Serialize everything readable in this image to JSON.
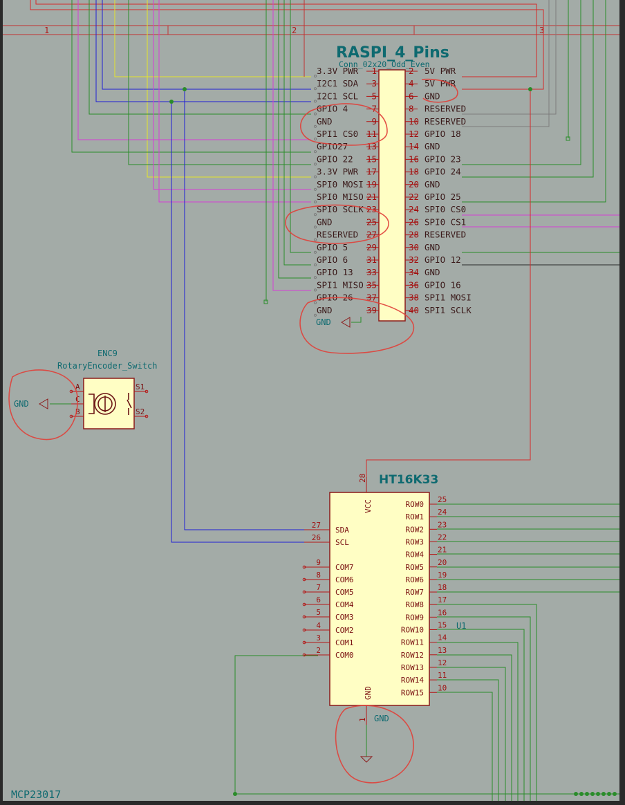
{
  "title_block": {
    "zone_labels": [
      "1",
      "2",
      "3"
    ],
    "sheet_name": "MCP23017"
  },
  "colors": {
    "background": "#a3aba7",
    "wire_green": "#2a8c2a",
    "wire_blue": "#1f1fd6",
    "wire_magenta": "#d63fd6",
    "wire_yellow": "#e6e62a",
    "wire_red": "#d42a2a",
    "wire_gray": "#7c7c7c",
    "component_fill": "#fffec4",
    "component_outline": "#8b1a1a",
    "pin_color": "#b51414",
    "ref_text": "#0e6a70",
    "annotation_circles": "#e0403a"
  },
  "raspi": {
    "name": "RASPI_4_Pins",
    "footprint": "Conn_02x20_Odd_Even",
    "left_pins": [
      {
        "num": "1",
        "label": "3.3V PWR"
      },
      {
        "num": "3",
        "label": "I2C1 SDA"
      },
      {
        "num": "5",
        "label": "I2C1 SCL"
      },
      {
        "num": "7",
        "label": "GPIO 4"
      },
      {
        "num": "9",
        "label": "GND"
      },
      {
        "num": "11",
        "label": "SPI1 CS0"
      },
      {
        "num": "13",
        "label": "GPIO27"
      },
      {
        "num": "15",
        "label": "GPIO 22"
      },
      {
        "num": "17",
        "label": "3.3V PWR"
      },
      {
        "num": "19",
        "label": "SPI0 MOSI"
      },
      {
        "num": "21",
        "label": "SPI0 MISO"
      },
      {
        "num": "23",
        "label": "SPI0 SCLK"
      },
      {
        "num": "25",
        "label": "GND"
      },
      {
        "num": "27",
        "label": "RESERVED"
      },
      {
        "num": "29",
        "label": "GPIO 5"
      },
      {
        "num": "31",
        "label": "GPIO 6"
      },
      {
        "num": "33",
        "label": "GPIO 13"
      },
      {
        "num": "35",
        "label": "SPI1 MISO"
      },
      {
        "num": "37",
        "label": "GPIO 26"
      },
      {
        "num": "39",
        "label": "GND"
      }
    ],
    "right_pins": [
      {
        "num": "2",
        "label": "5V PWR"
      },
      {
        "num": "4",
        "label": "5V PWR"
      },
      {
        "num": "6",
        "label": "GND"
      },
      {
        "num": "8",
        "label": "RESERVED"
      },
      {
        "num": "10",
        "label": "RESERVED"
      },
      {
        "num": "12",
        "label": "GPIO 18"
      },
      {
        "num": "14",
        "label": "GND"
      },
      {
        "num": "16",
        "label": "GPIO 23"
      },
      {
        "num": "18",
        "label": "GPIO 24"
      },
      {
        "num": "20",
        "label": "GND"
      },
      {
        "num": "22",
        "label": "GPIO 25"
      },
      {
        "num": "24",
        "label": "SPI0 CS0"
      },
      {
        "num": "26",
        "label": "SPI0 CS1"
      },
      {
        "num": "28",
        "label": "RESERVED"
      },
      {
        "num": "30",
        "label": "GND"
      },
      {
        "num": "32",
        "label": "GPIO 12"
      },
      {
        "num": "34",
        "label": "GND"
      },
      {
        "num": "36",
        "label": "GPIO 16"
      },
      {
        "num": "38",
        "label": "SPI1 MOSI"
      },
      {
        "num": "40",
        "label": "SPI1 SCLK"
      }
    ],
    "gnd_symbol_label": "GND"
  },
  "encoder": {
    "ref": "ENC9",
    "value": "RotaryEncoder_Switch",
    "pins": [
      "A",
      "C",
      "B"
    ],
    "switch_pins": [
      "S1",
      "S2"
    ],
    "gnd_label": "GND"
  },
  "ht16k33": {
    "name": "HT16K33",
    "ref": "U1",
    "vcc_label": "VCC",
    "vcc_pin": "28",
    "gnd_label": "GND",
    "gnd_pin": "1",
    "gnd_net_label": "GND",
    "left_pins": [
      {
        "num": "27",
        "label": "SDA"
      },
      {
        "num": "26",
        "label": "SCL"
      },
      {
        "num": "9",
        "label": "COM7"
      },
      {
        "num": "8",
        "label": "COM6"
      },
      {
        "num": "7",
        "label": "COM5"
      },
      {
        "num": "6",
        "label": "COM4"
      },
      {
        "num": "5",
        "label": "COM3"
      },
      {
        "num": "4",
        "label": "COM2"
      },
      {
        "num": "3",
        "label": "COM1"
      },
      {
        "num": "2",
        "label": "COM0"
      }
    ],
    "right_pins": [
      {
        "num": "25",
        "label": "ROW0"
      },
      {
        "num": "24",
        "label": "ROW1"
      },
      {
        "num": "23",
        "label": "ROW2"
      },
      {
        "num": "22",
        "label": "ROW3"
      },
      {
        "num": "21",
        "label": "ROW4"
      },
      {
        "num": "20",
        "label": "ROW5"
      },
      {
        "num": "19",
        "label": "ROW6"
      },
      {
        "num": "18",
        "label": "ROW7"
      },
      {
        "num": "17",
        "label": "ROW8"
      },
      {
        "num": "16",
        "label": "ROW9"
      },
      {
        "num": "15",
        "label": "ROW10"
      },
      {
        "num": "14",
        "label": "ROW11"
      },
      {
        "num": "13",
        "label": "ROW12"
      },
      {
        "num": "12",
        "label": "ROW13"
      },
      {
        "num": "11",
        "label": "ROW14"
      },
      {
        "num": "10",
        "label": "ROW15"
      }
    ]
  }
}
